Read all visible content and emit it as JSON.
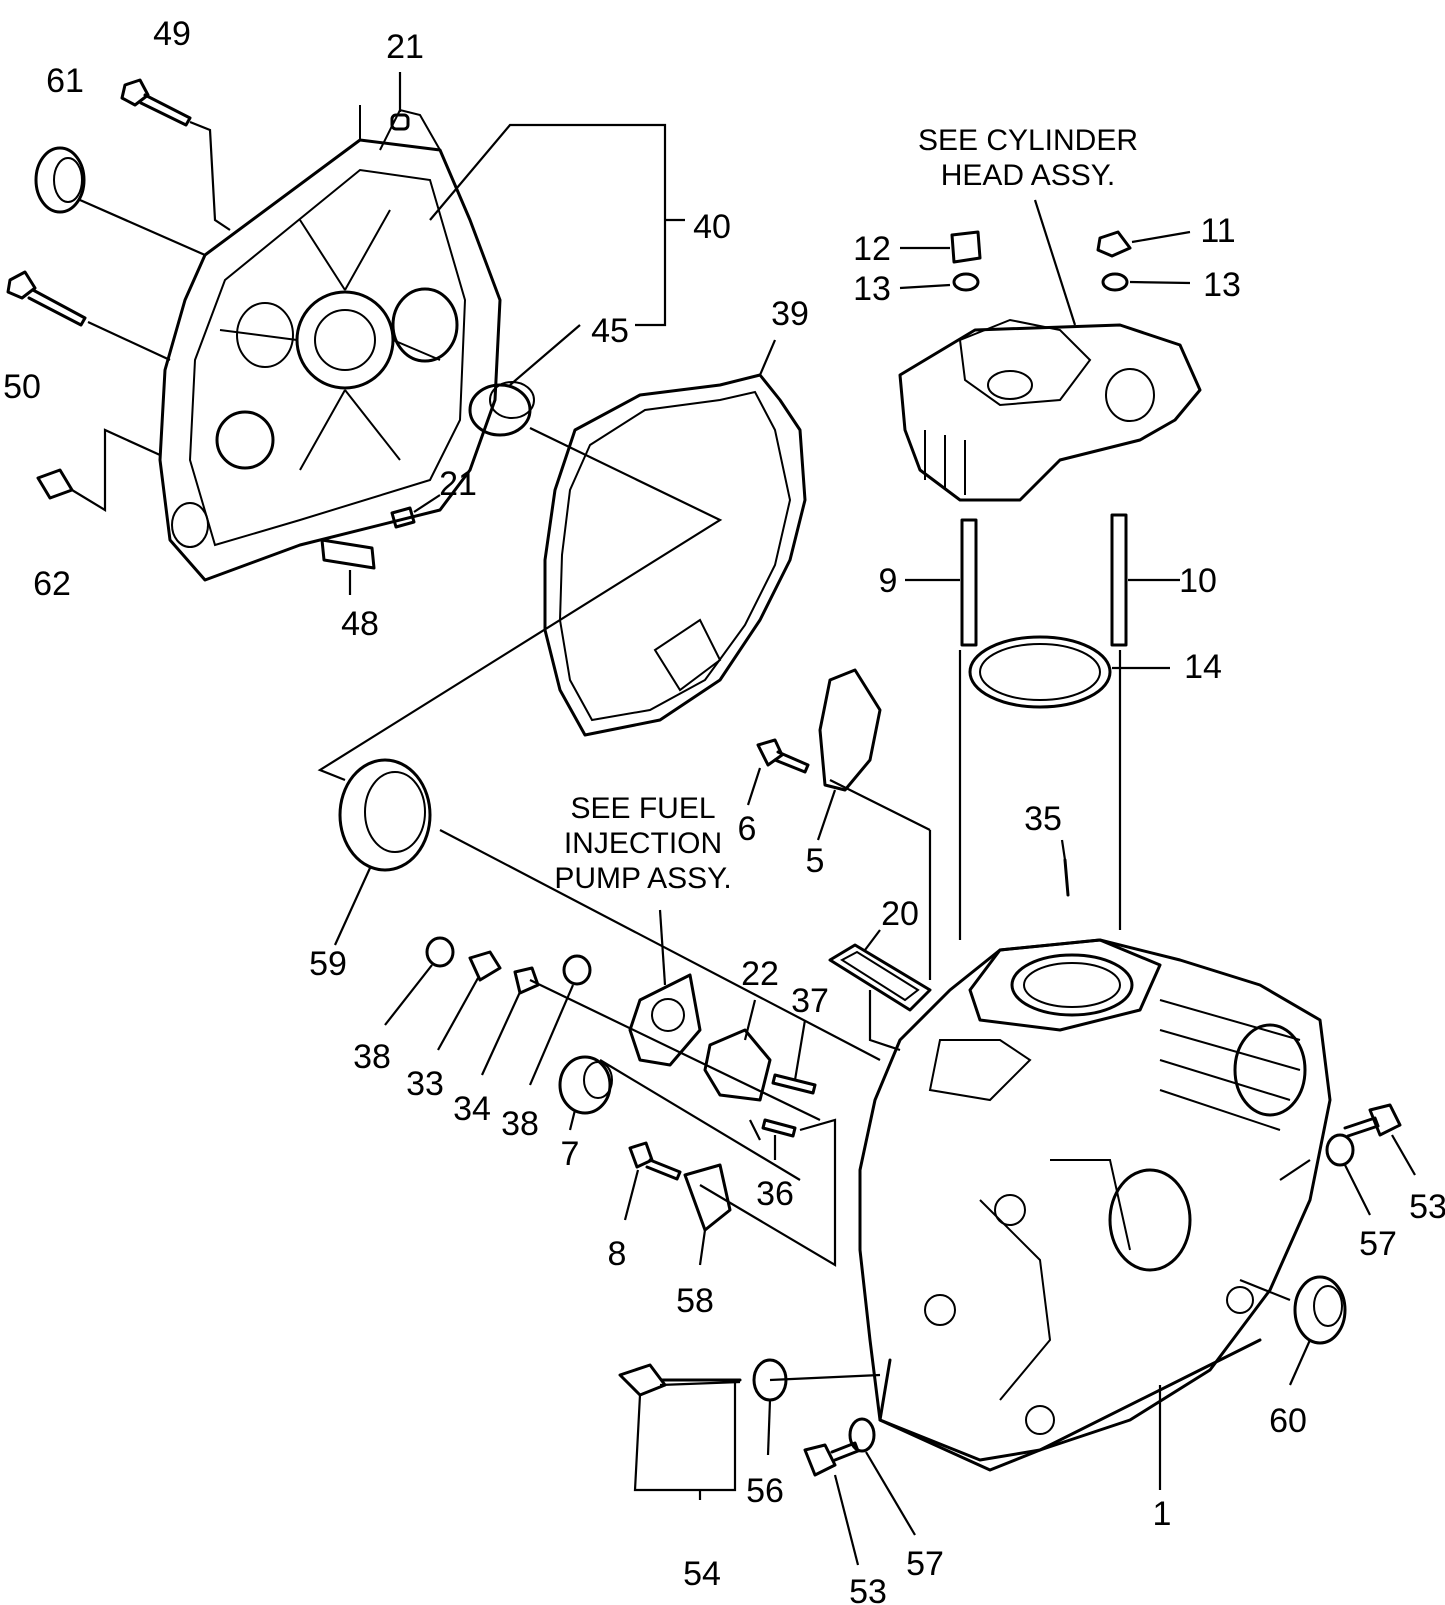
{
  "notes": {
    "cylinder_head": [
      "SEE CYLINDER",
      "HEAD ASSY."
    ],
    "fuel_pump": [
      "SEE FUEL",
      "INJECTION",
      "PUMP ASSY."
    ]
  },
  "callouts": {
    "c1": "1",
    "c5": "5",
    "c6": "6",
    "c7": "7",
    "c8": "8",
    "c9": "9",
    "c10": "10",
    "c11": "11",
    "c12": "12",
    "c13a": "13",
    "c13b": "13",
    "c14": "14",
    "c20": "20",
    "c21a": "21",
    "c21b": "21",
    "c22": "22",
    "c33": "33",
    "c34": "34",
    "c35": "35",
    "c36": "36",
    "c37": "37",
    "c38a": "38",
    "c38b": "38",
    "c39": "39",
    "c40": "40",
    "c45": "45",
    "c48": "48",
    "c49": "49",
    "c50": "50",
    "c53a": "53",
    "c53b": "53",
    "c54": "54",
    "c56": "56",
    "c57a": "57",
    "c57b": "57",
    "c58": "58",
    "c59": "59",
    "c60": "60",
    "c61": "61",
    "c62": "62"
  }
}
